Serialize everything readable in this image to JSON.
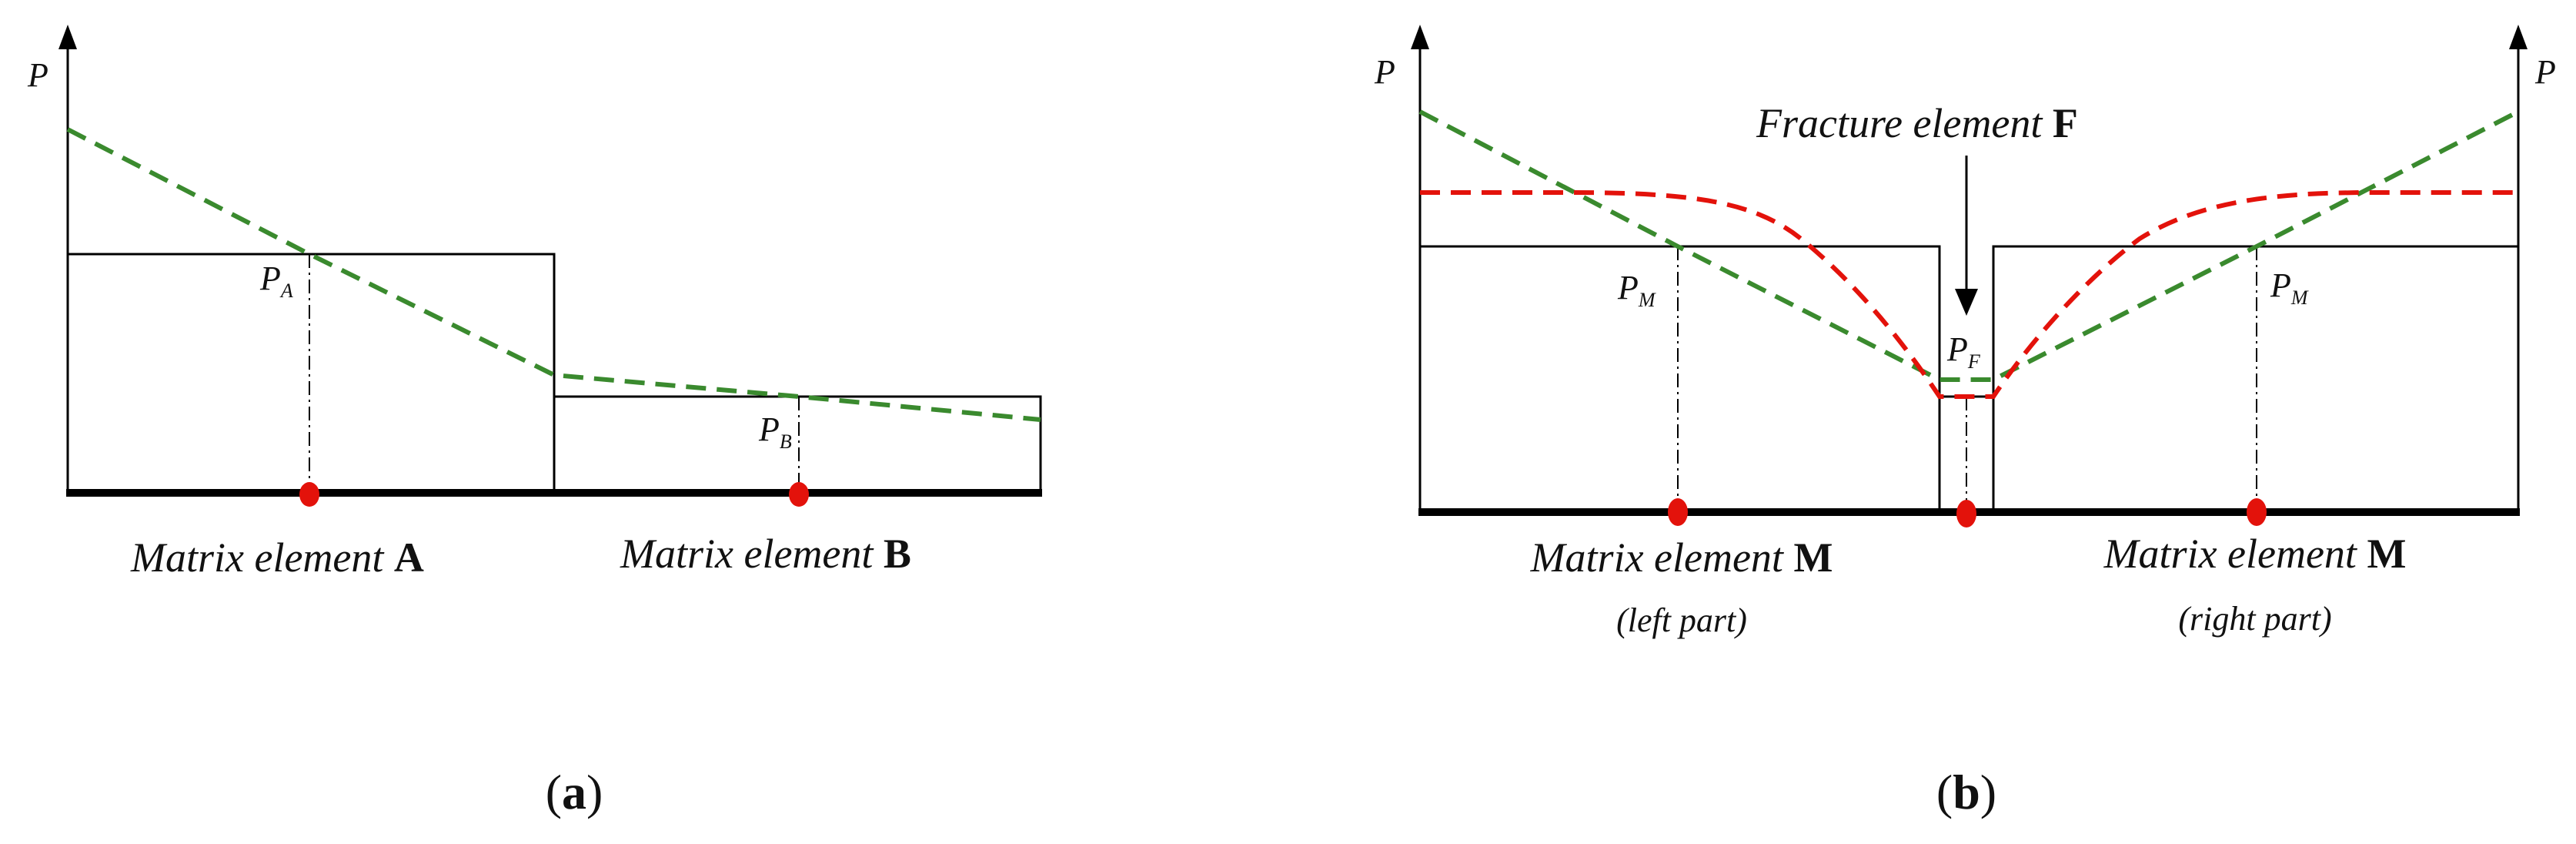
{
  "panel_a": {
    "axis_label": "P",
    "point_a_label": {
      "main": "P",
      "sub": "A"
    },
    "point_b_label": {
      "main": "P",
      "sub": "B"
    },
    "element_a_label": {
      "text": "Matrix element ",
      "bold": "A"
    },
    "element_b_label": {
      "text": "Matrix element ",
      "bold": "B"
    },
    "caption": {
      "open": "(",
      "letter": "a",
      "close": ")"
    }
  },
  "panel_b": {
    "axis_label_left": "P",
    "axis_label_right": "P",
    "fracture_label": {
      "text": "Fracture element ",
      "bold": "F"
    },
    "point_m_left_label": {
      "main": "P",
      "sub": "M"
    },
    "point_m_right_label": {
      "main": "P",
      "sub": "M"
    },
    "point_f_label": {
      "main": "P",
      "sub": "F"
    },
    "element_left_label": {
      "text": "Matrix element ",
      "bold": "M"
    },
    "element_left_sub": "(left part)",
    "element_right_label": {
      "text": "Matrix element ",
      "bold": "M"
    },
    "element_right_sub": "(right part)",
    "caption": {
      "open": "(",
      "letter": "b",
      "close": ")"
    }
  },
  "colors": {
    "outline": "#000000",
    "green_dash": "#3a8a2e",
    "red_dash": "#e3120b",
    "node": "#e3120b"
  }
}
